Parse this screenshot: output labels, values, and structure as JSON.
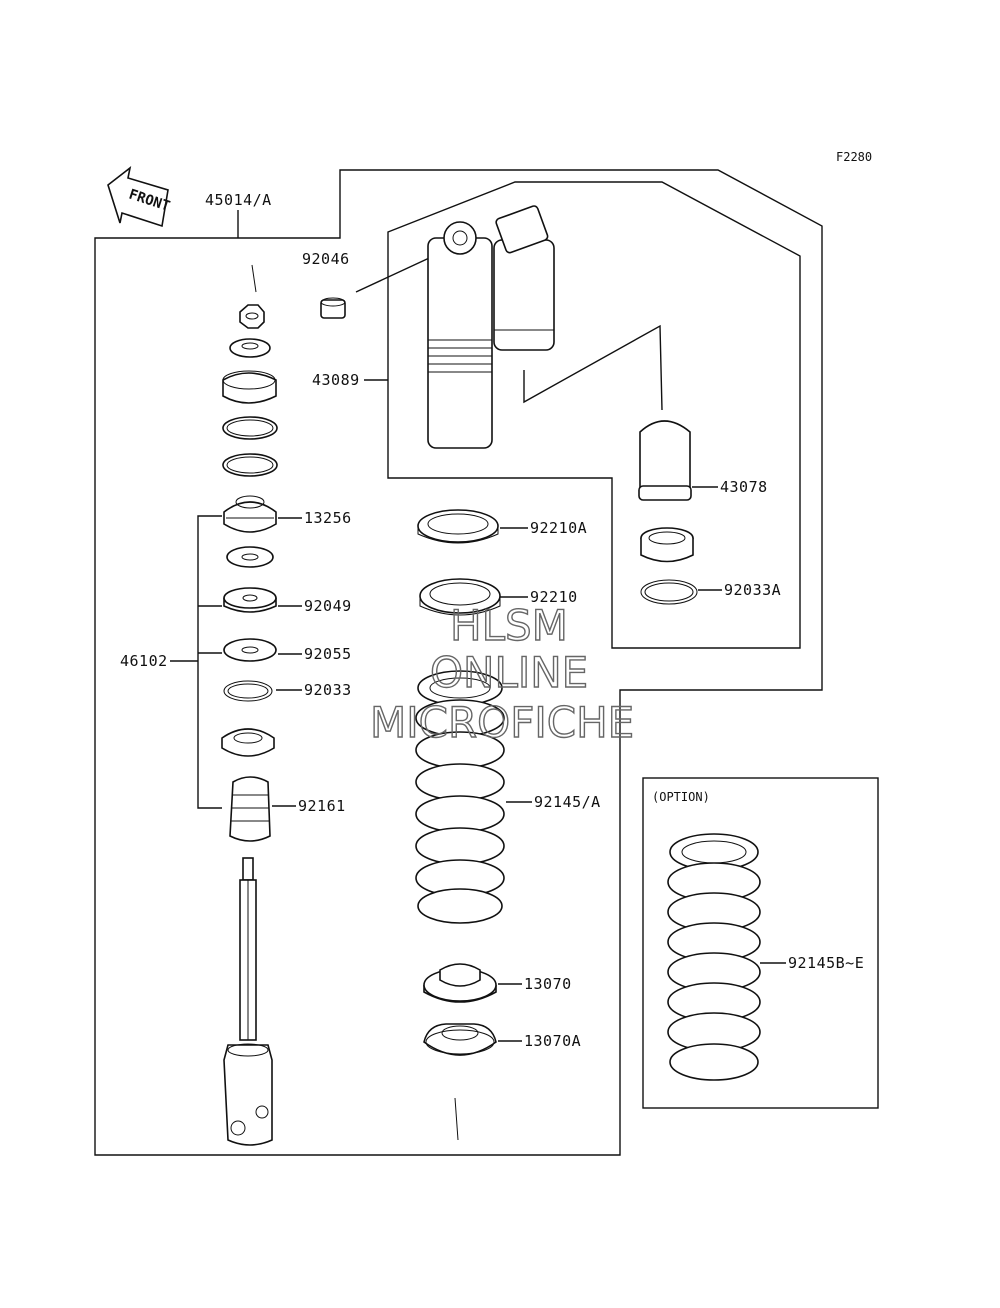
{
  "diagram_code": "F2280",
  "front_label": "FRONT",
  "option_label": "(OPTION)",
  "watermark": {
    "line1": "HLSM",
    "line2": "ONLINE",
    "line3": "MICROFICHE"
  },
  "callouts": {
    "p45014a": "45014/A",
    "p92046": "92046",
    "p43089": "43089",
    "p43078": "43078",
    "p13256": "13256",
    "p92210a": "92210A",
    "p92210": "92210",
    "p92033a": "92033A",
    "p92049": "92049",
    "p46102": "46102",
    "p92055": "92055",
    "p92033": "92033",
    "p92161": "92161",
    "p92145a": "92145/A",
    "p92145be": "92145B~E",
    "p13070": "13070",
    "p13070a": "13070A"
  }
}
